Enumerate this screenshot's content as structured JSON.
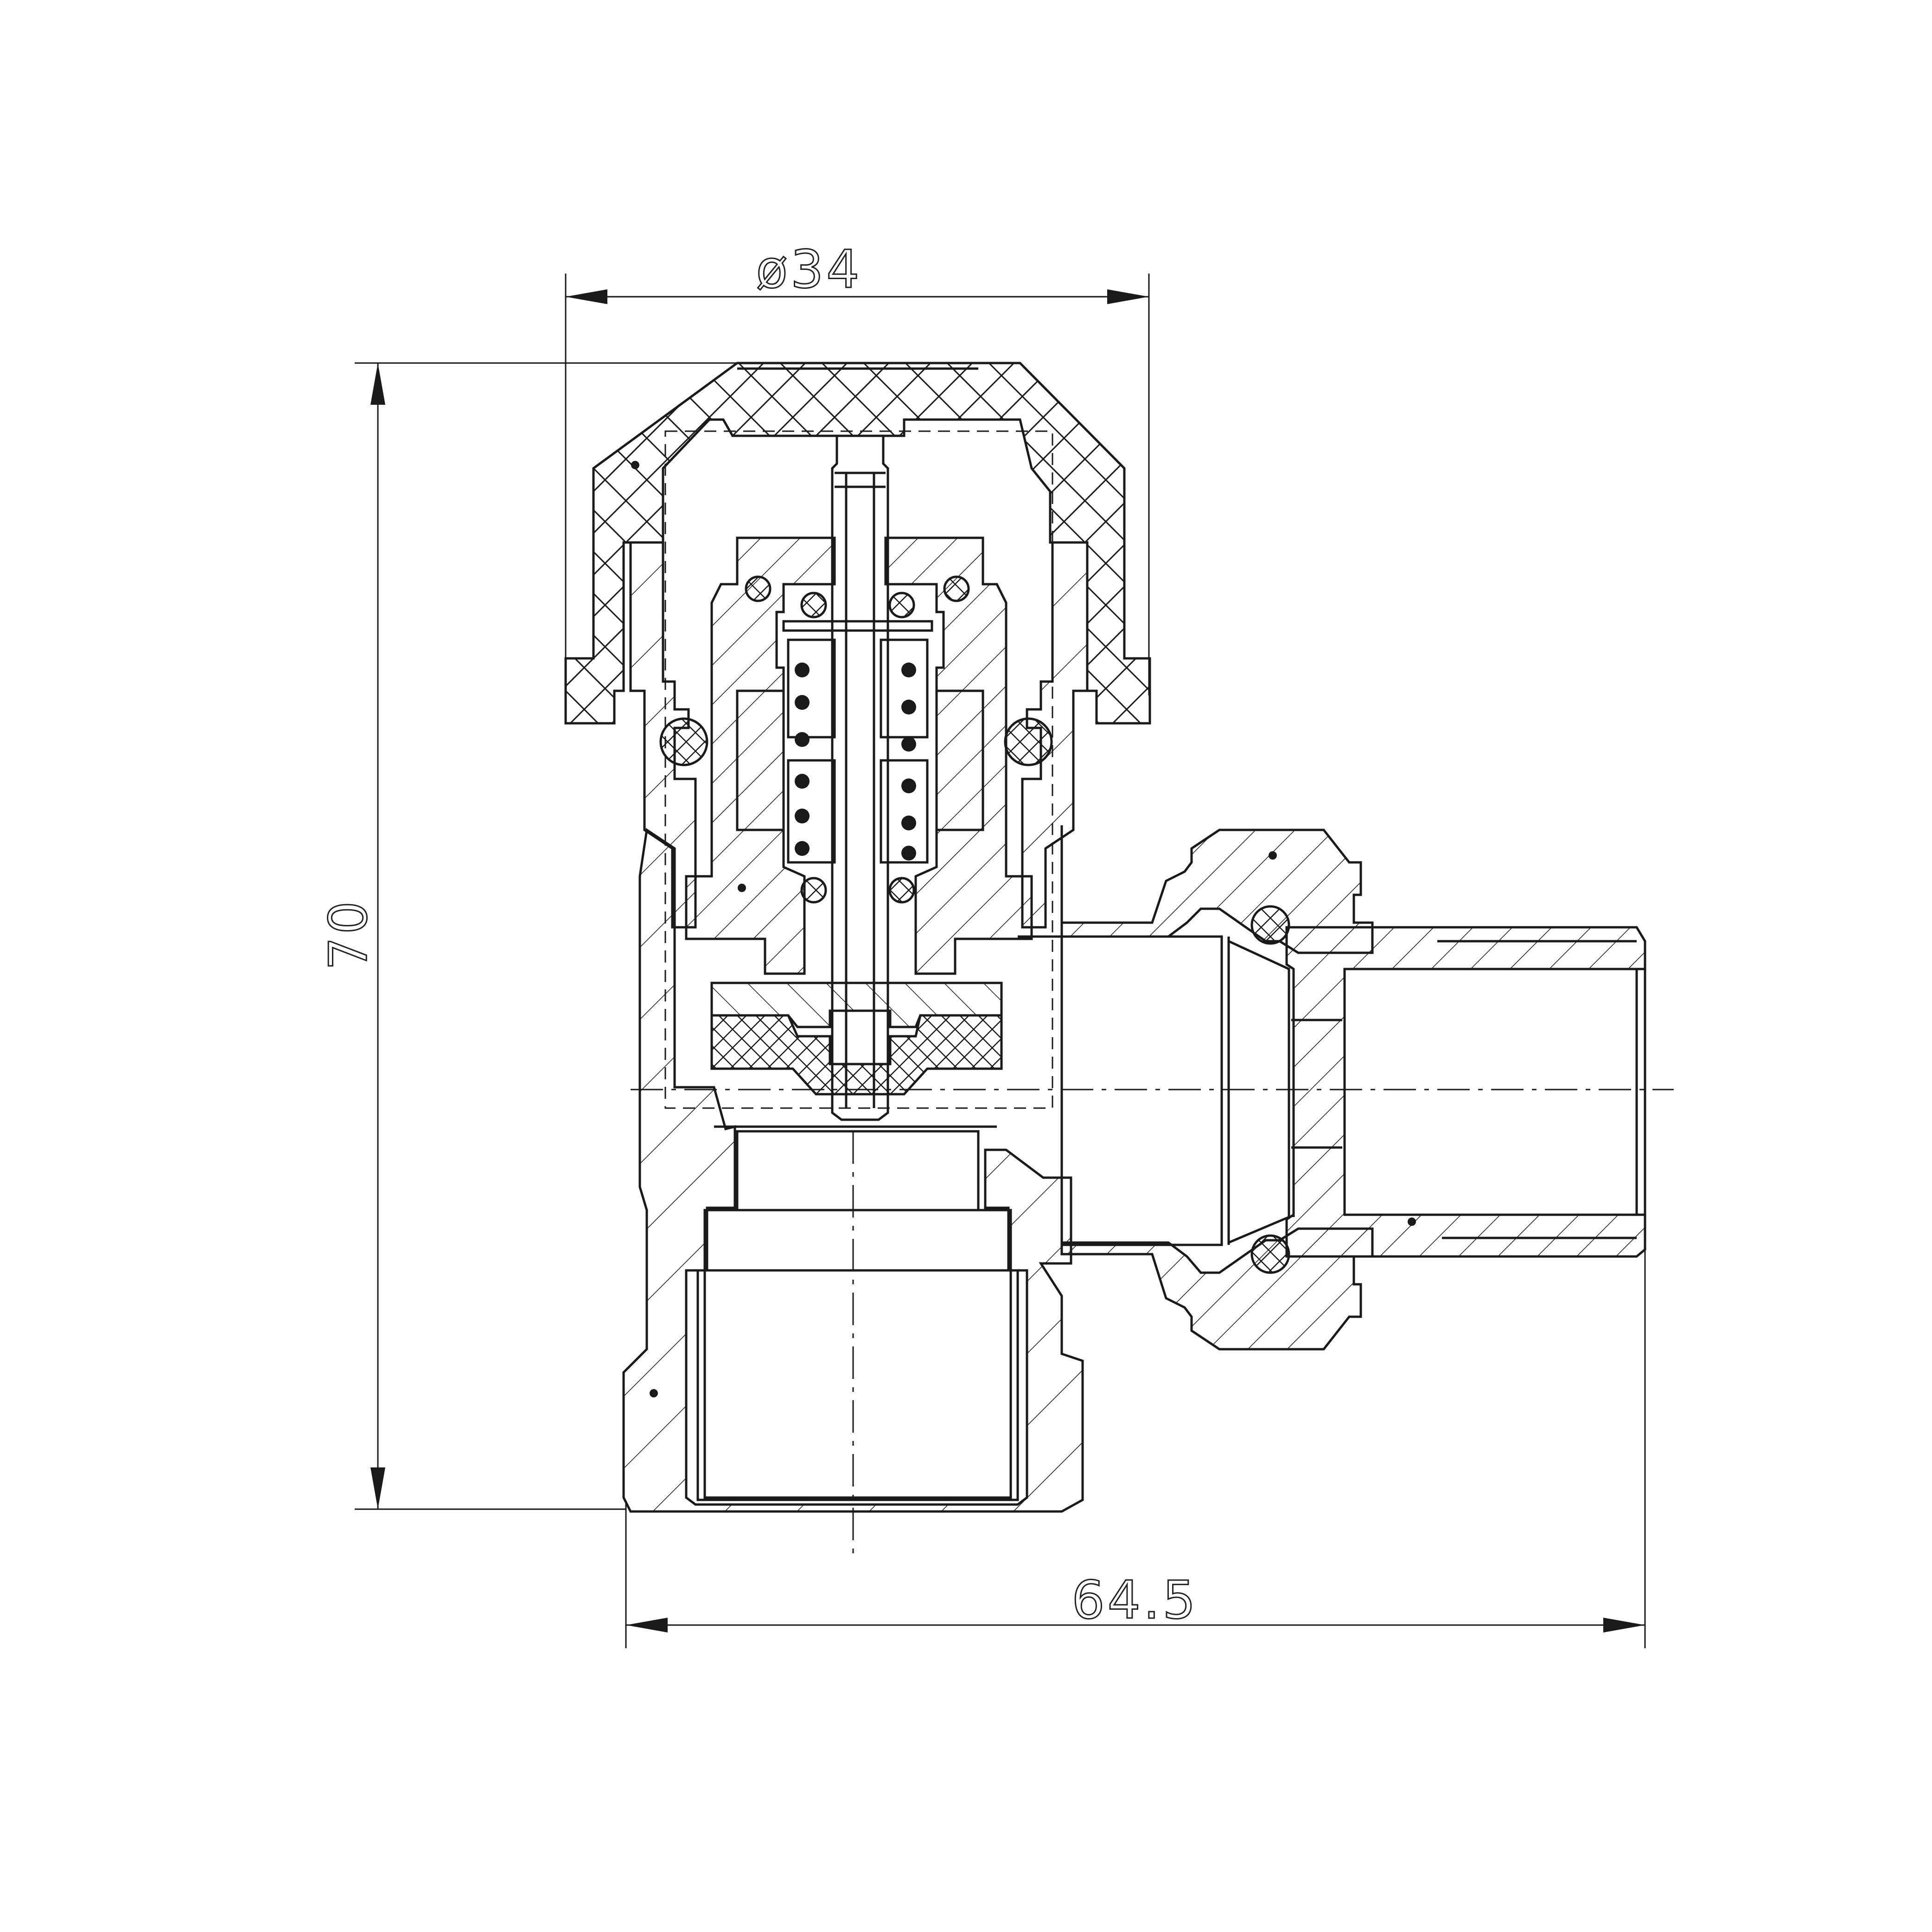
{
  "drawing": {
    "dimensions": {
      "diameter": "ø34",
      "height": "70",
      "width": "64.5"
    }
  }
}
